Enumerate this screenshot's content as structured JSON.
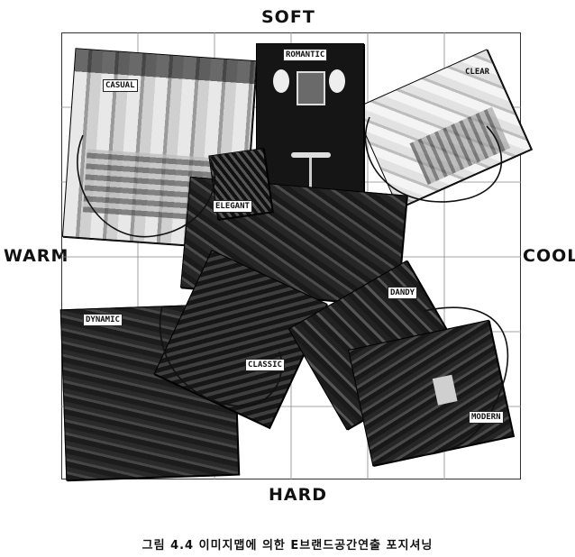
{
  "axes": {
    "top": "SOFT",
    "bottom": "HARD",
    "left": "WARM",
    "right": "COOL"
  },
  "labels": {
    "casual": "CASUAL",
    "romantic": "ROMANTIC",
    "clear": "CLEAR",
    "elegant": "ELEGANT",
    "dandy": "DANDY",
    "dynamic": "DYNAMIC",
    "classic": "CLASSIC",
    "modern": "MODERN"
  },
  "caption": "그림 4.4  이미지맵에 의한 E브랜드공간연출 포지셔닝"
}
